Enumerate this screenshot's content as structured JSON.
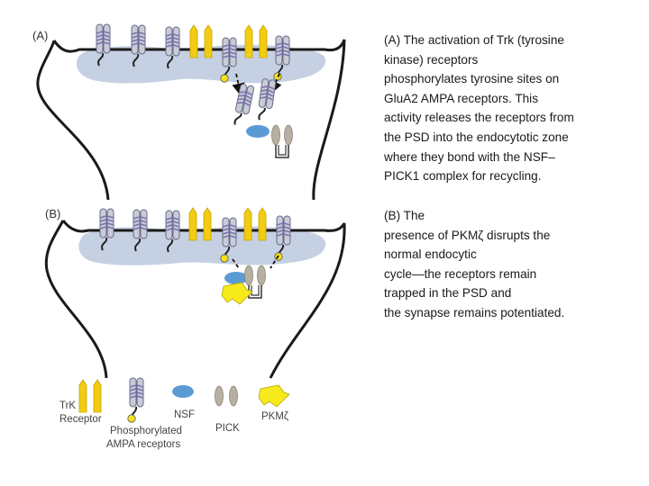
{
  "panels": {
    "a_label": "(A)",
    "b_label": "(B)"
  },
  "caption_a": {
    "lines": [
      "(A) The activation of Trk (tyrosine",
      "kinase) receptors",
      "phosphorylates tyrosine sites on",
      "GluA2 AMPA receptors. This",
      "activity releases the receptors from",
      "the PSD into the endocytotic zone",
      "where they bond with the NSF–",
      "PICK1 complex for recycling."
    ]
  },
  "caption_b": {
    "lines": [
      "(B) The",
      "presence of PKMζ disrupts the",
      "normal endocytic",
      "cycle—the receptors remain",
      "trapped in the PSD and",
      "the synapse remains potentiated."
    ]
  },
  "legend": {
    "trk_line1": "TrK",
    "trk_line2": "Receptor",
    "ampa_line1": "Phosphorylated",
    "ampa_line2": "AMPA receptors",
    "nsf": "NSF",
    "pick": "PICK",
    "pkmz": "PKMζ"
  },
  "colors": {
    "psd": "#c5d1e3",
    "trk": "#f2cc12",
    "ampa_body": "#c8ccd6",
    "ampa_stripe": "#7a73b0",
    "phospho": "#f5e11a",
    "nsf": "#5b9bd5",
    "pick": "#b7b0a2",
    "pkmz": "#f6ea1d",
    "membrane": "#1a1a1a"
  }
}
